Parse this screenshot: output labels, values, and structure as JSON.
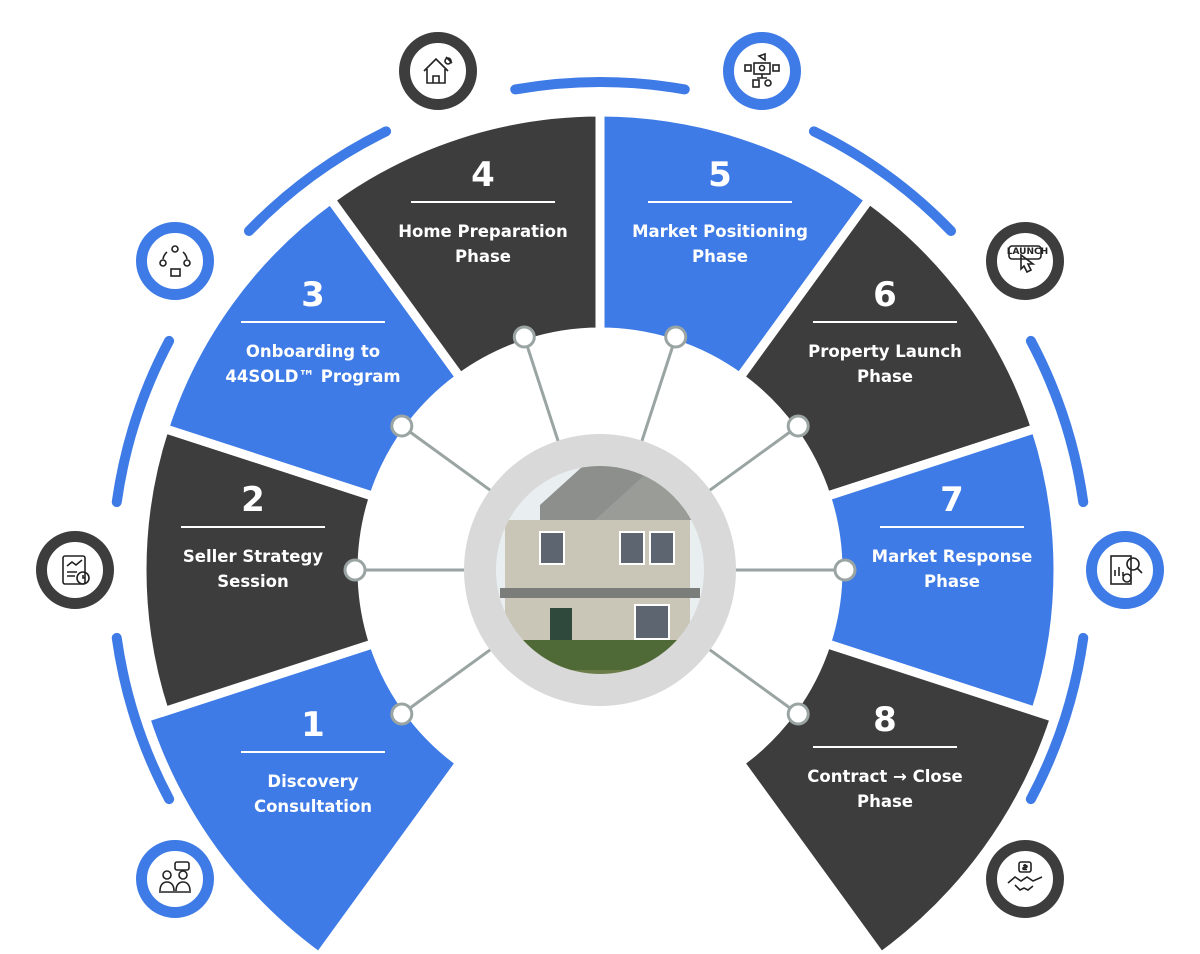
{
  "colors": {
    "blue": "#3f7be6",
    "dark": "#3d3d3d",
    "connector": "#9aa5a3",
    "ring": "#d9d9d9"
  },
  "phases": [
    {
      "number": "1",
      "title": [
        "Discovery Consultation"
      ],
      "color": "blue",
      "icon": "consultation-meeting-icon"
    },
    {
      "number": "2",
      "title": [
        "Seller Strategy",
        "Session"
      ],
      "color": "dark",
      "icon": "strategy-clipboard-icon"
    },
    {
      "number": "3",
      "title": [
        "Onboarding to",
        "44SOLD™  Program"
      ],
      "color": "blue",
      "icon": "onboarding-cycle-icon"
    },
    {
      "number": "4",
      "title": [
        "Home Preparation",
        "Phase"
      ],
      "color": "dark",
      "icon": "house-repair-icon"
    },
    {
      "number": "5",
      "title": [
        "Market Positioning",
        "Phase"
      ],
      "color": "blue",
      "icon": "digital-marketing-icon"
    },
    {
      "number": "6",
      "title": [
        "Property Launch",
        "Phase"
      ],
      "color": "dark",
      "icon": "launch-button-icon"
    },
    {
      "number": "7",
      "title": [
        "Market Response",
        "Phase"
      ],
      "color": "blue",
      "icon": "market-report-icon"
    },
    {
      "number": "8",
      "title": [
        "Contract → Close",
        "Phase"
      ],
      "color": "dark",
      "icon": "handshake-deal-icon"
    }
  ],
  "launch_icon_text": "LAUNCH"
}
